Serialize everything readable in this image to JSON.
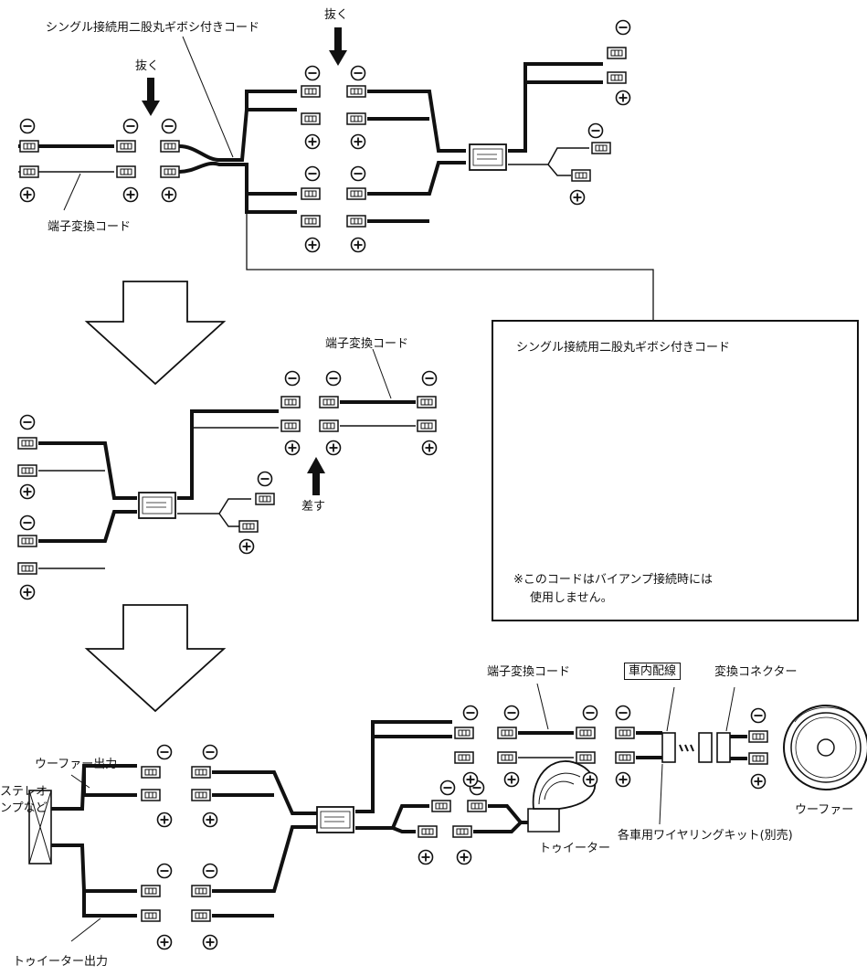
{
  "labels": {
    "single_cord_top": "シングル接続用二股丸ギボシ付きコード",
    "pull_top": "抜く",
    "pull_left": "抜く",
    "terminal_cord_top": "端子変換コード",
    "terminal_cord_mid": "端子変換コード",
    "insert": "差す",
    "inset_title": "シングル接続用二股丸ギボシ付きコード",
    "inset_note_1": "※このコードはバイアンプ接続時には",
    "inset_note_2": "使用しません。",
    "terminal_cord_bottom": "端子変換コード",
    "car_wiring": "車内配線",
    "converter_connector": "変換コネクター",
    "woofer_output": "ウーファー出力",
    "stereo_amp_1": "ステレオ",
    "stereo_amp_2": "ンプなど",
    "woofer": "ウーファー",
    "wiring_kit": "各車用ワイヤリングキット(別売)",
    "tweeter": "トゥイーター",
    "tweeter_output": "トゥイーター出力"
  },
  "icons": [
    "minus-icon",
    "plus-icon",
    "down-arrow-icon",
    "up-arrow-icon",
    "flow-arrow-icon",
    "connector-icon",
    "network-box-icon",
    "speaker-icon",
    "tweeter-icon",
    "amp-icon"
  ]
}
